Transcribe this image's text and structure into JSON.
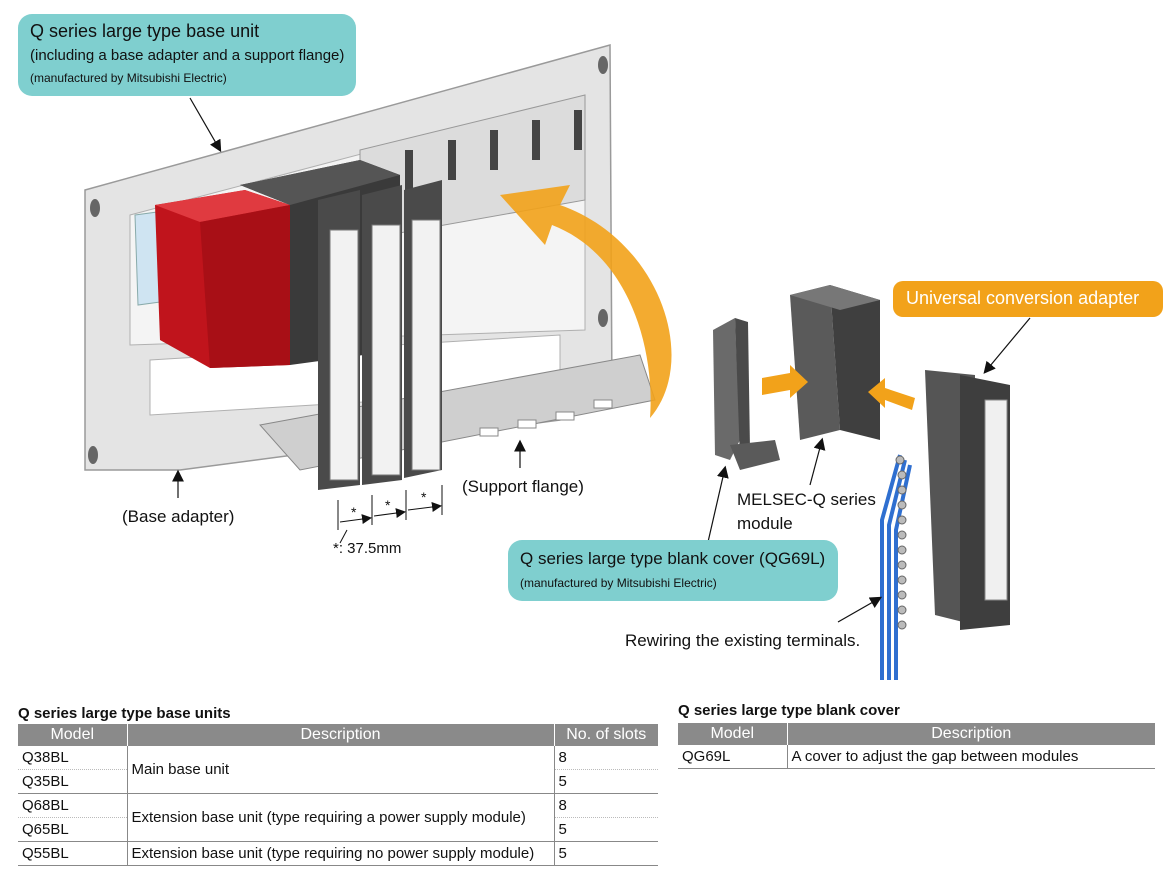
{
  "callouts": {
    "base_unit": {
      "line1": "Q series large type base unit",
      "line2": "(including a base adapter and a support flange)",
      "line3": "(manufactured by Mitsubishi Electric)"
    },
    "adapter": "Universal conversion adapter",
    "blank_cover": {
      "line1": "Q series large type blank cover (QG69L)",
      "line2": "(manufactured by Mitsubishi Electric)"
    }
  },
  "labels": {
    "base_adapter": "(Base adapter)",
    "support_flange": "(Support flange)",
    "pitch": "*: 37.5mm",
    "star": "*",
    "melsec_line1": "MELSEC-Q series",
    "melsec_line2": "module",
    "rewiring": "Rewiring the existing terminals."
  },
  "colors": {
    "teal": "#7fcfcf",
    "orange": "#f2a21a",
    "plc_red": "#c0141c",
    "module_gray": "#555555",
    "plate": "#e6e6e6",
    "wire_blue": "#2f6fd0"
  },
  "base_table": {
    "title": "Q series large type base units",
    "headers": [
      "Model",
      "Description",
      "No. of slots"
    ],
    "rows": [
      {
        "model": "Q38BL",
        "slots": "8"
      },
      {
        "model": "Q35BL",
        "slots": "5"
      },
      {
        "model": "Q68BL",
        "slots": "8"
      },
      {
        "model": "Q65BL",
        "slots": "5"
      },
      {
        "model": "Q55BL",
        "slots": "5"
      }
    ],
    "descriptions": {
      "main": "Main base unit",
      "ext_psu": "Extension base unit (type requiring a power supply module)",
      "ext_nopsu": "Extension base unit (type requiring no power supply module)"
    }
  },
  "cover_table": {
    "title": "Q series large type blank cover",
    "headers": [
      "Model",
      "Description"
    ],
    "rows": [
      {
        "model": "QG69L",
        "description": "A cover to adjust the gap between modules"
      }
    ]
  }
}
